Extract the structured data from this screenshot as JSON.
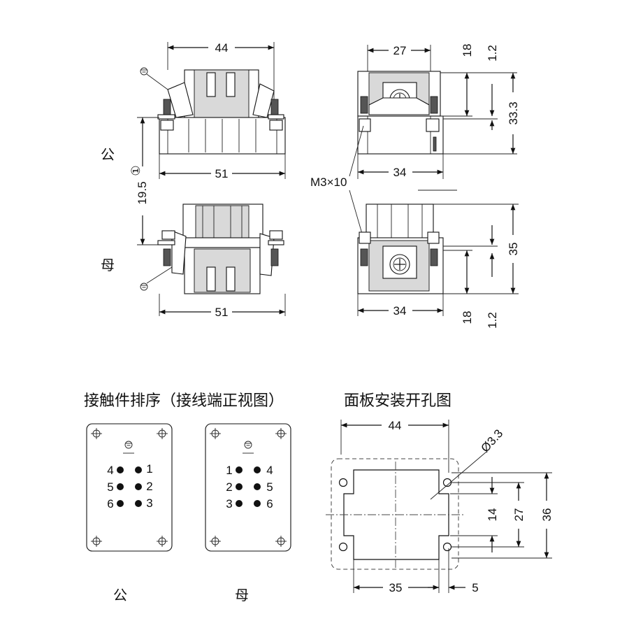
{
  "top_views": {
    "male_label": "公",
    "female_label": "母",
    "dim_top_width": "44",
    "dim_male_width": "51",
    "dim_female_width": "51",
    "dim_height_between": "19.5",
    "dim_height_note": "①",
    "dim_side_top_width": "27",
    "dim_side_depth": "34",
    "dim_side_depth_female": "34",
    "dim_side_18": "18",
    "dim_side_1_2": "1.2",
    "dim_side_33_3": "33.3",
    "dim_side_35": "35",
    "dim_side_18_female": "18",
    "dim_side_1_2_female": "1.2",
    "screw_label": "M3×10"
  },
  "contact_layout": {
    "title": "接触件排序（接线端正视图）",
    "male": {
      "caption": "公",
      "pins": [
        "4",
        "1",
        "5",
        "2",
        "6",
        "3"
      ]
    },
    "female": {
      "caption": "母",
      "pins": [
        "1",
        "4",
        "2",
        "5",
        "3",
        "6"
      ]
    }
  },
  "panel_cutout": {
    "title": "面板安装开孔图",
    "dim_width": "44",
    "dim_hole": "Ø3.3",
    "dim_14": "14",
    "dim_27": "27",
    "dim_36": "36",
    "dim_35": "35",
    "dim_5": "5"
  }
}
